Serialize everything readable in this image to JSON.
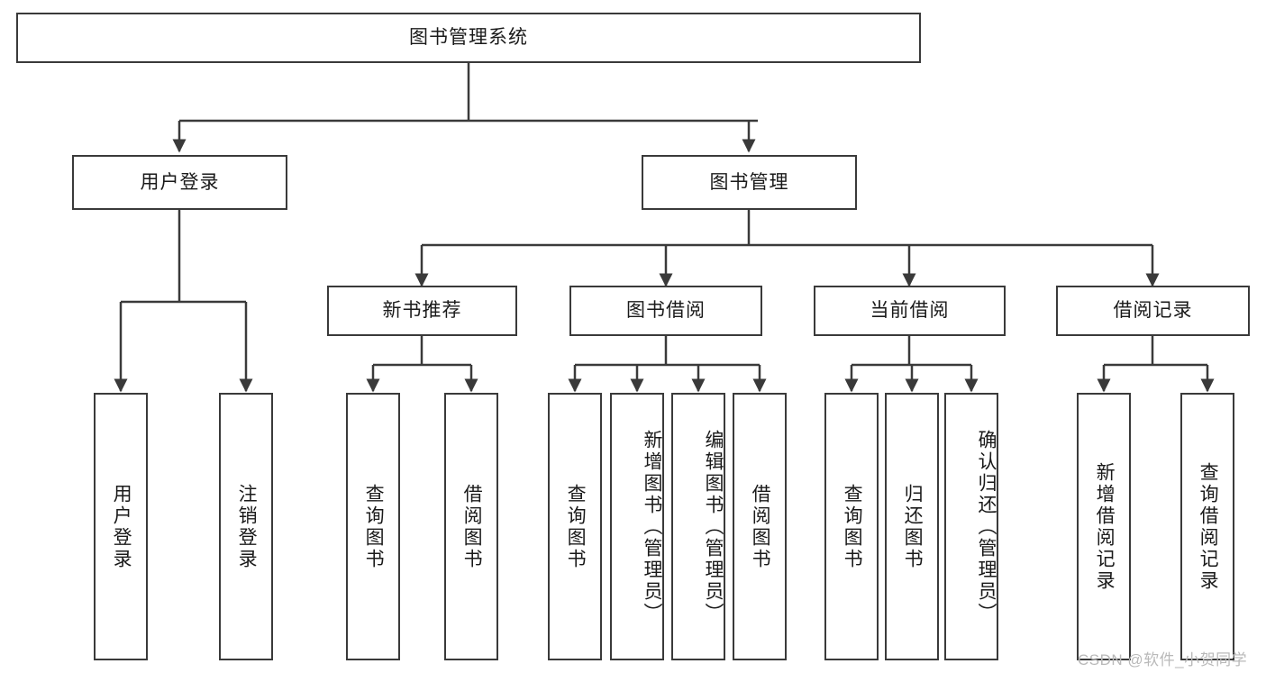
{
  "diagram": {
    "title": "图书管理系统",
    "type": "hierarchy-tree",
    "background_color": "#ffffff",
    "box_border_color": "#3a3a3a",
    "edge_color": "#3a3a3a",
    "text_color": "#1a1a1a"
  },
  "nodes": {
    "root": {
      "label": "图书管理系统",
      "level": 1,
      "orientation": "horizontal"
    },
    "l2": [
      {
        "id": "user-login",
        "label": "用户登录",
        "level": 2,
        "orientation": "horizontal"
      },
      {
        "id": "book-manage",
        "label": "图书管理",
        "level": 2,
        "orientation": "horizontal"
      }
    ],
    "l3": [
      {
        "id": "new-book-recommend",
        "label": "新书推荐",
        "level": 3,
        "orientation": "horizontal",
        "parent": "book-manage"
      },
      {
        "id": "book-borrow",
        "label": "图书借阅",
        "level": 3,
        "orientation": "horizontal",
        "parent": "book-manage"
      },
      {
        "id": "current-borrow",
        "label": "当前借阅",
        "level": 3,
        "orientation": "horizontal",
        "parent": "book-manage"
      },
      {
        "id": "borrow-record",
        "label": "借阅记录",
        "level": 3,
        "orientation": "horizontal",
        "parent": "book-manage"
      }
    ],
    "leaves": [
      {
        "id": "leaf-user-login",
        "label": "用户登录",
        "parent": "user-login",
        "orientation": "vertical",
        "align": "center"
      },
      {
        "id": "leaf-logout-login",
        "label": "注销登录",
        "parent": "user-login",
        "orientation": "vertical",
        "align": "center"
      },
      {
        "id": "leaf-query-book-1",
        "label": "查询图书",
        "parent": "new-book-recommend",
        "orientation": "vertical",
        "align": "center"
      },
      {
        "id": "leaf-borrow-book-1",
        "label": "借阅图书",
        "parent": "new-book-recommend",
        "orientation": "vertical",
        "align": "center"
      },
      {
        "id": "leaf-query-book-2",
        "label": "查询图书",
        "parent": "book-borrow",
        "orientation": "vertical",
        "align": "center"
      },
      {
        "id": "leaf-add-book-admin",
        "label": "新增图书（管理员）",
        "parent": "book-borrow",
        "orientation": "vertical",
        "align": "start"
      },
      {
        "id": "leaf-edit-book-admin",
        "label": "编辑图书（管理员）",
        "parent": "book-borrow",
        "orientation": "vertical",
        "align": "start"
      },
      {
        "id": "leaf-borrow-book-2",
        "label": "借阅图书",
        "parent": "book-borrow",
        "orientation": "vertical",
        "align": "center"
      },
      {
        "id": "leaf-query-book-3",
        "label": "查询图书",
        "parent": "current-borrow",
        "orientation": "vertical",
        "align": "center"
      },
      {
        "id": "leaf-return-book",
        "label": "归还图书",
        "parent": "current-borrow",
        "orientation": "vertical",
        "align": "center"
      },
      {
        "id": "leaf-confirm-return-admin",
        "label": "确认归还（管理员）",
        "parent": "current-borrow",
        "orientation": "vertical",
        "align": "start"
      },
      {
        "id": "leaf-add-borrow-record",
        "label": "新增借阅记录",
        "parent": "borrow-record",
        "orientation": "vertical",
        "align": "center"
      },
      {
        "id": "leaf-query-borrow-record",
        "label": "查询借阅记录",
        "parent": "borrow-record",
        "orientation": "vertical",
        "align": "center"
      }
    ]
  },
  "watermark": {
    "text": "CSDN @软件_小贺同学",
    "color": "#b9b9b9"
  }
}
